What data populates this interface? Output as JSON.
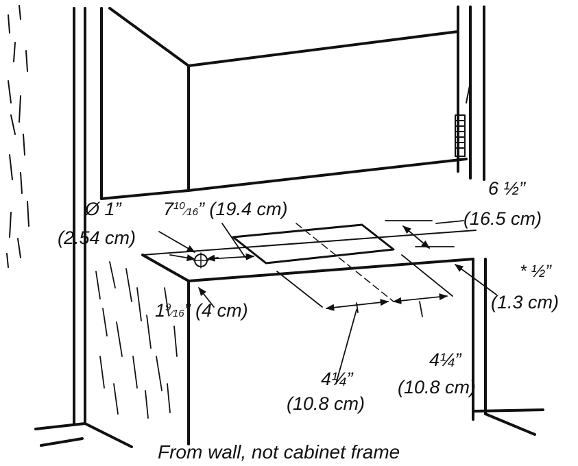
{
  "diagram": {
    "labels": {
      "hole_diameter": "Ø 1”",
      "hole_diameter_cm": "(2.54 cm)",
      "center_dist_whole": "7",
      "center_dist_num": "10",
      "center_dist_den": "16",
      "center_dist_rest": "” (19.4 cm)",
      "depth": "6 ½”",
      "depth_cm": "(16.5 cm)",
      "side_whole": "1",
      "side_num": "9",
      "side_den": "16",
      "side_rest": "” (4 cm)",
      "rear": "* ½”",
      "rear_cm": "(1.3 cm)",
      "left_half": "4¼”",
      "left_half_cm": "(10.8 cm)",
      "right_half": "4¼”",
      "right_half_cm": "(10.8 cm)",
      "footnote": "From wall, not cabinet frame"
    },
    "colors": {
      "ink": "#111111",
      "paper": "#ffffff"
    }
  }
}
